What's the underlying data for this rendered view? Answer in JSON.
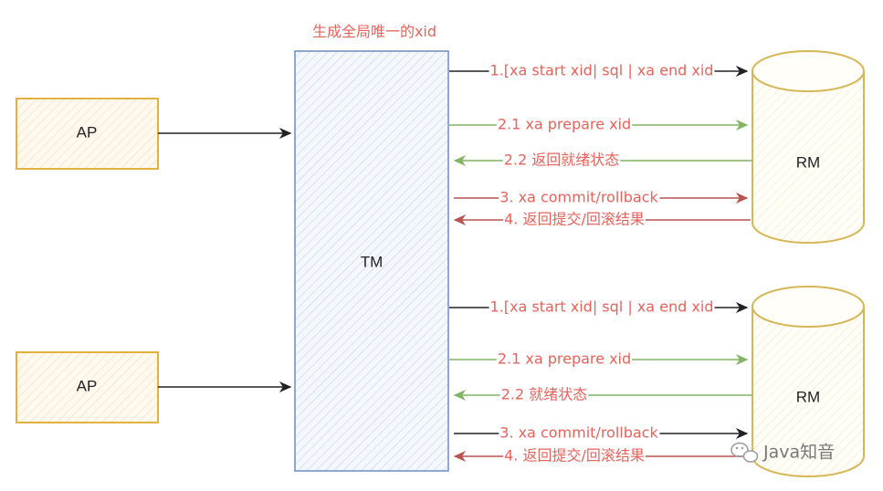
{
  "colors": {
    "ap_stroke": "#e3b23c",
    "ap_fill": "#fdf3e4",
    "tm_stroke": "#6c8ebf",
    "tm_fill": "#eaf0f8",
    "rm_stroke": "#d6b656",
    "rm_fill": "#fffdf5",
    "red_text": "#e8625a",
    "black_arrow": "#222222",
    "green_arrow": "#82b366",
    "red_arrow": "#b85450"
  },
  "tm": {
    "title": "生成全局唯一的xid",
    "label": "TM"
  },
  "ap_nodes": [
    {
      "label": "AP"
    },
    {
      "label": "AP"
    }
  ],
  "rm_nodes": [
    {
      "label": "RM"
    },
    {
      "label": "RM"
    }
  ],
  "flows": [
    {
      "label": "1.[xa start xid| sql | xa end xid",
      "color": "black"
    },
    {
      "label": "2.1 xa prepare xid",
      "color": "green"
    },
    {
      "label": "2.2 返回就绪状态",
      "color": "green"
    },
    {
      "label": "3. xa commit/rollback",
      "color": "red"
    },
    {
      "label": "4. 返回提交/回滚结果",
      "color": "red"
    },
    {
      "label": "1.[xa start xid| sql | xa end xid",
      "color": "black"
    },
    {
      "label": "2.1 xa prepare xid",
      "color": "green"
    },
    {
      "label": "2.2 就绪状态",
      "color": "green"
    },
    {
      "label": "3. xa commit/rollback",
      "color": "black"
    },
    {
      "label": "4. 返回提交/回滚结果",
      "color": "red"
    }
  ],
  "watermark": {
    "text": "Java知音",
    "icon": "wechat-icon"
  }
}
